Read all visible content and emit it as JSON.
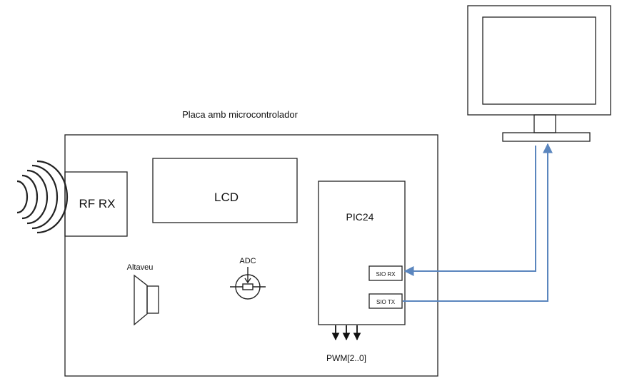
{
  "board": {
    "title": "Placa amb microcontrolador"
  },
  "blocks": {
    "rf_rx": "RF RX",
    "lcd": "LCD",
    "mcu": "PIC24",
    "speaker": "Altaveu",
    "adc": "ADC",
    "sio_rx": "SIO RX",
    "sio_tx": "SIO TX",
    "pwm": "PWM[2..0]"
  },
  "colors": {
    "line": "#222222",
    "link": "#5b86be"
  },
  "icons": {
    "wireless": "wireless-waves-icon",
    "speaker": "speaker-icon",
    "adc": "potentiometer-icon",
    "computer": "computer-monitor-icon"
  }
}
